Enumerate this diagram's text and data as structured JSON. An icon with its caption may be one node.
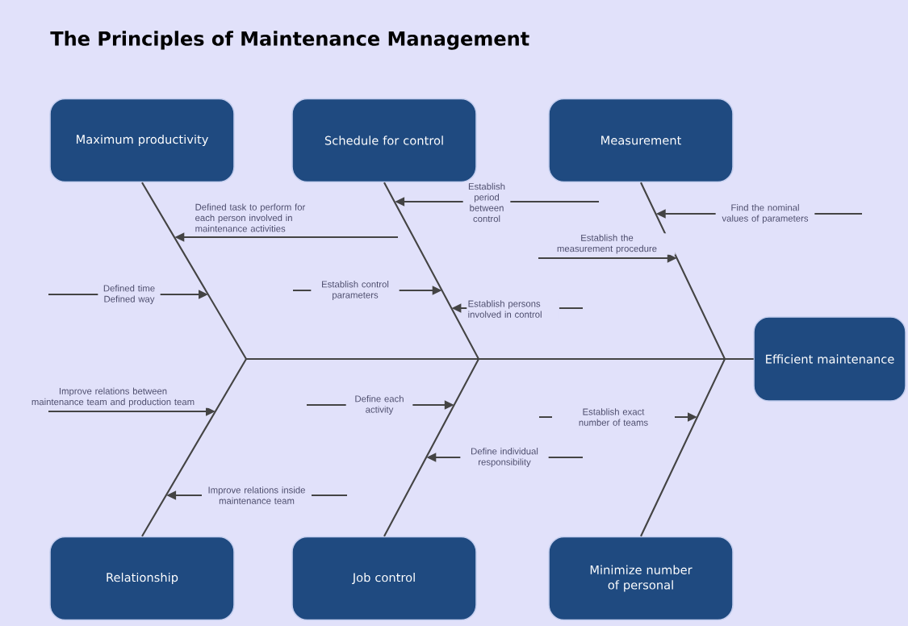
{
  "diagram": {
    "title": "The Principles of Maintenance Management",
    "nodes": [
      {
        "text": [
          "Maximum productivity"
        ]
      },
      {
        "text": [
          "Schedule for control"
        ]
      },
      {
        "text": [
          "Measurement"
        ]
      },
      {
        "text": [
          "Efficient maintenance"
        ]
      },
      {
        "text": [
          "Relationship"
        ]
      },
      {
        "text": [
          "Job control"
        ]
      },
      {
        "text": [
          "Minimize number of personal"
        ]
      }
    ],
    "edges": [
      {
        "from": 0,
        "to": 3,
        "arrow": "none"
      },
      {
        "from": 1,
        "to": 3,
        "arrow": "none"
      },
      {
        "from": 2,
        "to": 3,
        "arrow": "none"
      },
      {
        "from": 4,
        "to": 3,
        "arrow": "none"
      },
      {
        "from": 5,
        "to": 3,
        "arrow": "none"
      },
      {
        "from": 6,
        "to": 3,
        "arrow": "none"
      }
    ],
    "labels": [
      "Establish period between control",
      "Defined task to perform  for each person involved in maintenance activities",
      "Find the nominal values of parameters",
      "Establish the measurement procedure",
      "Defined time Defined way",
      "Establish control parameters",
      "Establish persons involved in control",
      "Define each activity",
      "Improve relations between maintenance team and production team",
      "Establish exact number of teams",
      "Define individual responsibility",
      "Improve relations inside maintenance team"
    ]
  }
}
